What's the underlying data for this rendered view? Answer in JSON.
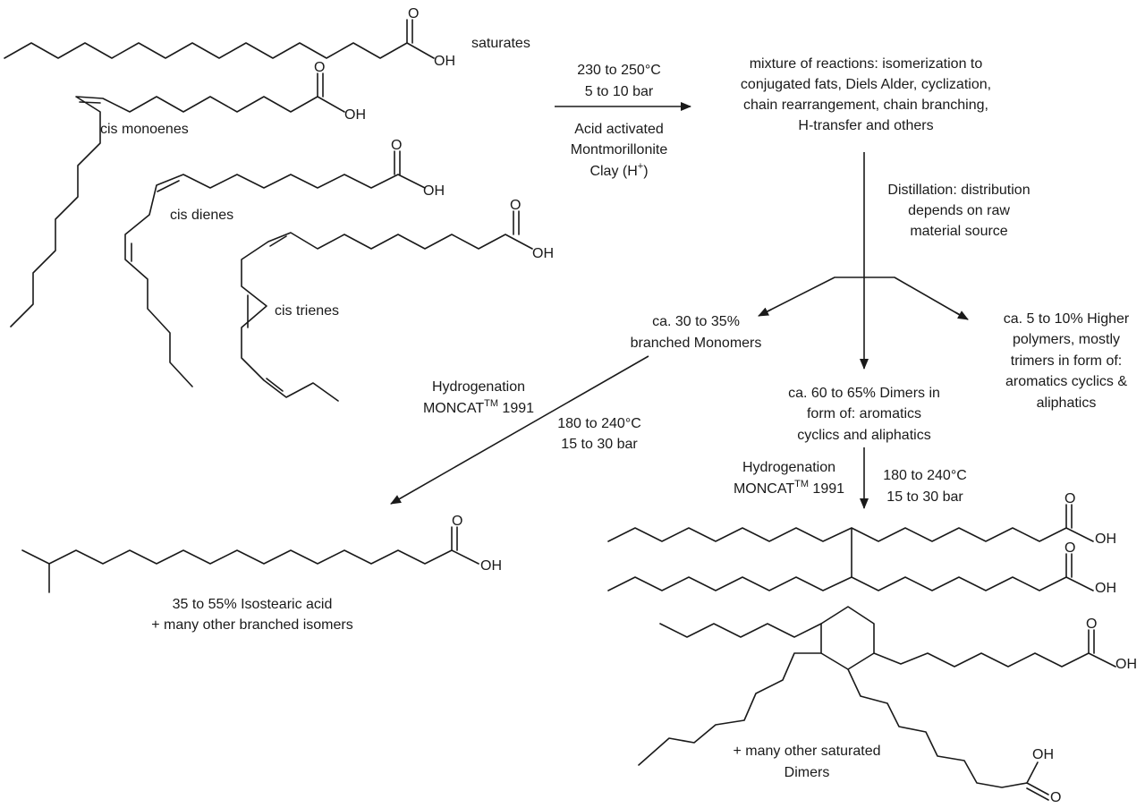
{
  "labels": {
    "saturates": "saturates",
    "monoenes": "cis monoenes",
    "dienes": "cis dienes",
    "trienes": "cis trienes",
    "oh": "OH",
    "o": "O"
  },
  "step1": {
    "temp": "230 to 250°C",
    "pressure": "5 to 10 bar",
    "catalyst_line1": "Acid activated",
    "catalyst_line2": "Montmorillonite",
    "catalyst_line3": "Clay (H",
    "catalyst_sup": "+",
    "catalyst_close": ")"
  },
  "reactions": {
    "line1": "mixture of reactions: isomerization to",
    "line2": "conjugated fats, Diels Alder, cyclization,",
    "line3": "chain rearrangement, chain branching,",
    "line4": "H-transfer and others"
  },
  "distillation": {
    "line1": "Distillation: distribution",
    "line2": "depends on raw",
    "line3": "material source"
  },
  "monomers": {
    "line1": "ca. 30 to 35%",
    "line2": "branched Monomers"
  },
  "dimers": {
    "line1": "ca. 60 to 65% Dimers in",
    "line2": "form of: aromatics",
    "line3": "cyclics and aliphatics"
  },
  "polymers": {
    "line1": "ca. 5 to 10% Higher",
    "line2": "polymers, mostly",
    "line3": "trimers in form of:",
    "line4": "aromatics cyclics &",
    "line5": "aliphatics"
  },
  "hydrogenation_left": {
    "line1": "Hydrogenation",
    "moncat": "MONCAT",
    "tm": "TM",
    "year": " 1991",
    "temp": "180 to 240°C",
    "pressure": "15 to 30 bar"
  },
  "hydrogenation_right": {
    "line1": "Hydrogenation",
    "moncat": "MONCAT",
    "tm": "TM",
    "year": " 1991",
    "temp": "180 to 240°C",
    "pressure": "15 to 30 bar"
  },
  "isostearic": {
    "line1": "35 to 55% Isostearic acid",
    "line2": "+ many other branched isomers"
  },
  "saturated_dimers": {
    "line1": "+ many other saturated",
    "line2": "Dimers"
  }
}
